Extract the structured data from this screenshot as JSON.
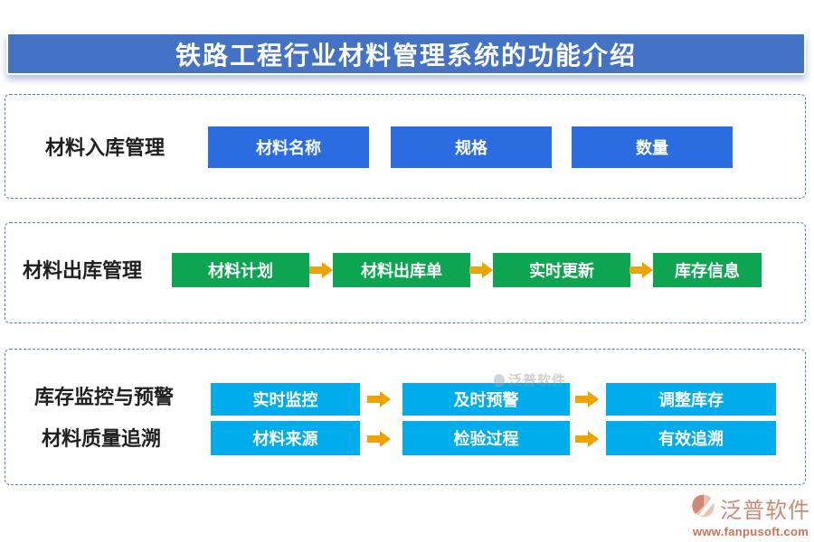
{
  "title": {
    "text": "铁路工程行业材料管理系统的功能介绍"
  },
  "sections": {
    "inbound": {
      "label": "材料入库管理",
      "items": [
        "材料名称",
        "规格",
        "数量"
      ]
    },
    "outbound": {
      "label": "材料出库管理",
      "items": [
        "材料计划",
        "材料出库单",
        "实时更新",
        "库存信息"
      ]
    },
    "monitoring": {
      "rows": [
        {
          "label": "库存监控与预警",
          "items": [
            "实时监控",
            "及时预警",
            "调整库存"
          ]
        },
        {
          "label": "材料质量追溯",
          "items": [
            "材料来源",
            "检验过程",
            "有效追溯"
          ]
        }
      ]
    }
  },
  "watermark": {
    "text": "泛普软件"
  },
  "footer_logo": {
    "brand": "泛普软件",
    "website": "www.fanpusoft.com"
  },
  "colors": {
    "title_bar": "#4472C4",
    "section_border": "#4A7DCB",
    "inbound_box": "#2B6DE0",
    "outbound_box": "#0DA551",
    "monitoring_box": "#00ADEC",
    "arrow": "#EBA400",
    "label_text": "#1F1F1F",
    "logo": "#CF8873",
    "logo_url": "#CD7259"
  }
}
